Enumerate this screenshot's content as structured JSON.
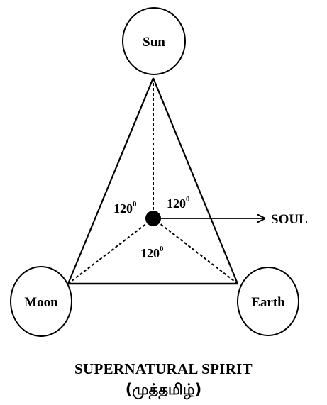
{
  "nodes": {
    "sun": "Sun",
    "moon": "Moon",
    "earth": "Earth"
  },
  "angles": {
    "left": {
      "value": "120",
      "degree": "0"
    },
    "right": {
      "value": "120",
      "degree": "0"
    },
    "bottom": {
      "value": "120",
      "degree": "0"
    }
  },
  "center_label": "SOUL",
  "caption": {
    "title": "SUPERNATURAL SPIRIT",
    "subtitle": "(முத்தமிழ்)"
  },
  "colors": {
    "ink": "#000000",
    "background": "#ffffff"
  }
}
